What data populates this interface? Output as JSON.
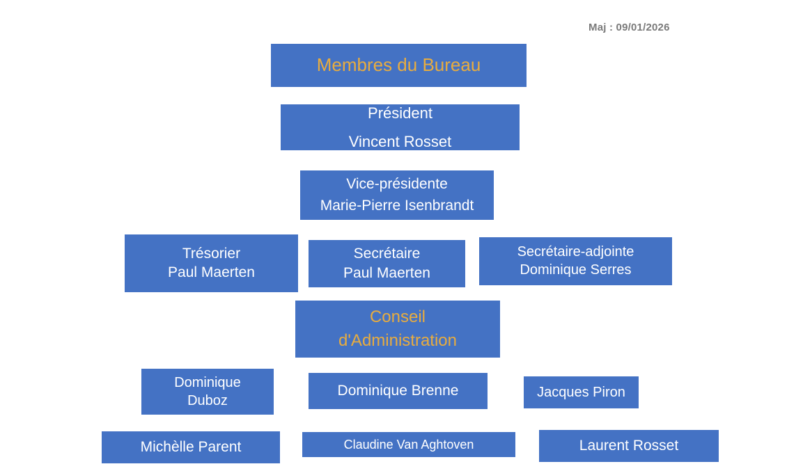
{
  "meta": {
    "maj_label": "Maj : 09/01/2026"
  },
  "colors": {
    "box_blue": "#4472C4",
    "accent_gold": "#E8AC3F",
    "text_white": "#FFFFFF",
    "maj_gray": "#7A7A7A",
    "background": "#FFFFFF"
  },
  "chart_title": "Membres du Bureau",
  "boxes": {
    "membres": {
      "title": "Membres du Bureau"
    },
    "president": {
      "role": "Président",
      "name": "Vincent Rosset"
    },
    "vice_presidente": {
      "role": "Vice-présidente",
      "name": "Marie-Pierre Isenbrandt"
    },
    "tresorier": {
      "role": "Trésorier",
      "name": "Paul Maerten"
    },
    "secretaire": {
      "role": "Secrétaire",
      "name": "Paul Maerten"
    },
    "secretaire_adjointe": {
      "role": "Secrétaire-adjointe",
      "name": "Dominique Serres"
    },
    "conseil": {
      "line1": "Conseil",
      "line2": "d'Administration"
    },
    "duboz": {
      "line1": "Dominique",
      "line2": "Duboz"
    },
    "brenne": {
      "name": "Dominique Brenne"
    },
    "piron": {
      "name": "Jacques Piron"
    },
    "michelle": {
      "name": "Michèlle Parent"
    },
    "claudine": {
      "name": "Claudine Van Aghtoven"
    },
    "laurent": {
      "name": "Laurent Rosset"
    }
  }
}
